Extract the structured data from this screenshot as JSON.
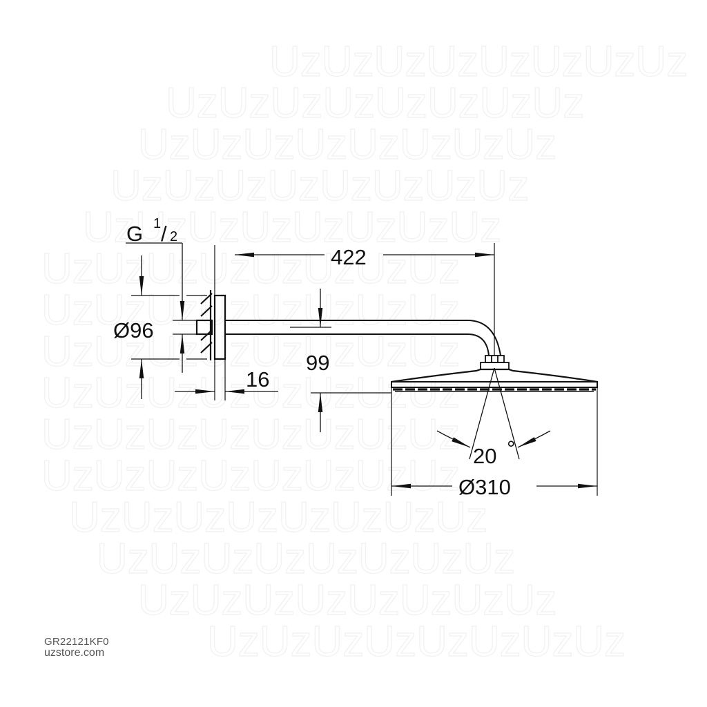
{
  "drawing": {
    "type": "technical-dimension-drawing",
    "subject": "wall-mounted shower arm with round overhead shower head",
    "line_color": "#111111",
    "watermark_text": "UzUzUzUzUzUzUzUz",
    "watermark_color": "#f2f2f2"
  },
  "dimensions": {
    "thread": {
      "letter": "G",
      "num": "1",
      "slash": "/",
      "den": "2"
    },
    "flange_diameter": "Ø96",
    "flange_depth": "16",
    "arm_length": "422",
    "drop_height": "99",
    "tilt_angle": "20",
    "tilt_unit": "°",
    "head_diameter": "Ø310"
  },
  "footer": {
    "product_code": "GR22121KF0",
    "site": "uzstore.com"
  }
}
